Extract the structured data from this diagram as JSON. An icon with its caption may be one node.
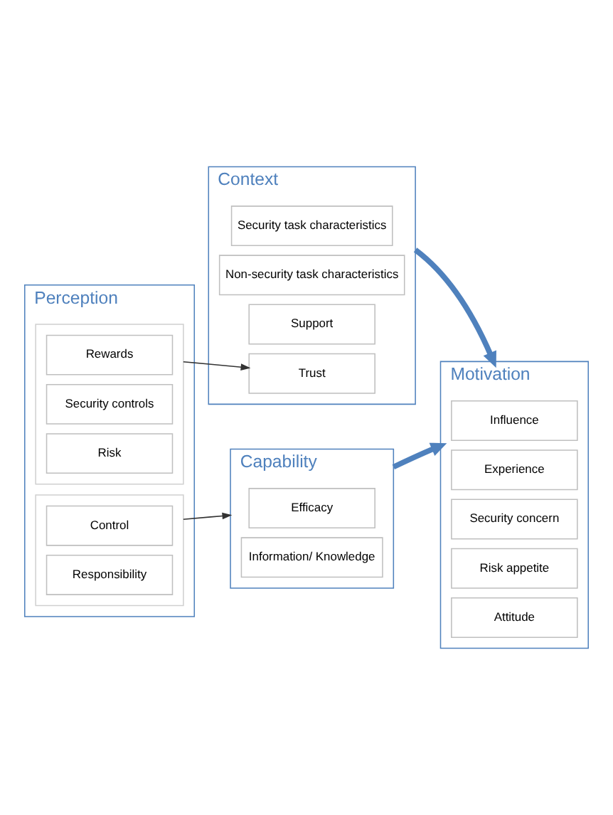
{
  "diagram": {
    "nodes": [
      {
        "text": [
          "Motivation"
        ]
      },
      {
        "text": [
          "Influence"
        ],
        "in": 0
      },
      {
        "text": [
          "Experience"
        ],
        "in": 0
      },
      {
        "text": [
          "Security concern"
        ],
        "in": 0
      },
      {
        "text": [
          "Risk appetite"
        ],
        "in": 0
      },
      {
        "text": [
          "Attitude"
        ],
        "in": 0
      },
      {
        "text": [
          "Context"
        ]
      },
      {
        "text": [
          "Security task characteristics"
        ],
        "in": 6
      },
      {
        "text": [
          "Non-security task characteristics"
        ],
        "in": 6
      },
      {
        "text": [
          "Support"
        ],
        "in": 6
      },
      {
        "text": [
          "Trust"
        ],
        "in": 6
      },
      {
        "text": [
          "Capability"
        ]
      },
      {
        "text": [
          "Efficacy"
        ],
        "in": 11
      },
      {
        "text": [
          "Information/ Knowledge"
        ],
        "in": 11
      },
      {
        "text": [
          "Perception"
        ]
      },
      {
        "text": [],
        "shape": "box",
        "in": 14
      },
      {
        "text": [
          "Rewards"
        ],
        "in": 15
      },
      {
        "text": [
          "Security controls"
        ],
        "in": 15
      },
      {
        "text": [
          "Risk"
        ],
        "in": 15
      },
      {
        "text": [],
        "shape": "box",
        "in": 14
      },
      {
        "text": [
          "Control"
        ],
        "in": 19
      },
      {
        "text": [
          "Responsibility"
        ],
        "in": 19
      }
    ],
    "edges": [
      {
        "from": 6,
        "to": 0,
        "arrow": "to",
        "style": "thick",
        "color": "#4f81bd"
      },
      {
        "from": 11,
        "to": 0,
        "arrow": "to",
        "style": "thick",
        "color": "#4f81bd"
      },
      {
        "from": 15,
        "to": 10,
        "arrow": "to",
        "color": "#333333"
      },
      {
        "from": 19,
        "to": 11,
        "arrow": "to",
        "color": "#333333"
      }
    ]
  }
}
